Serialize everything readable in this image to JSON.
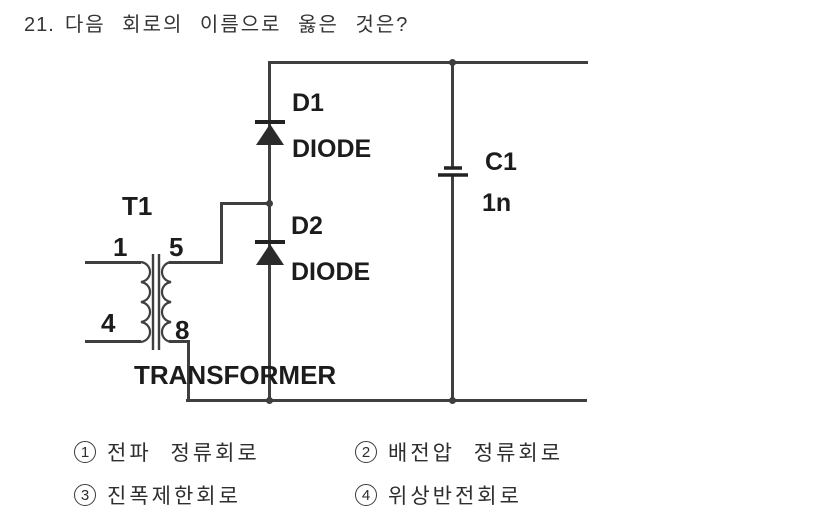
{
  "question": {
    "number": "21.",
    "text": "다음 회로의 이름으로 옳은 것은?"
  },
  "schematic": {
    "transformer": {
      "ref": "T1",
      "label": "TRANSFORMER",
      "pin_top_left": "1",
      "pin_top_right": "5",
      "pin_bottom_left": "4",
      "pin_bottom_right": "8"
    },
    "diode_d1": {
      "ref": "D1",
      "label": "DIODE"
    },
    "diode_d2": {
      "ref": "D2",
      "label": "DIODE"
    },
    "capacitor_c1": {
      "ref": "C1",
      "value": "1n"
    }
  },
  "options": [
    {
      "number": "1",
      "label": "전파 정류회로"
    },
    {
      "number": "2",
      "label": "배전압 정류회로"
    },
    {
      "number": "3",
      "label": "진폭제한회로"
    },
    {
      "number": "4",
      "label": "위상반전회로"
    }
  ],
  "colors": {
    "wire": "#3f3f3f",
    "component_label": "#1c1c1c",
    "text": "#353535"
  }
}
